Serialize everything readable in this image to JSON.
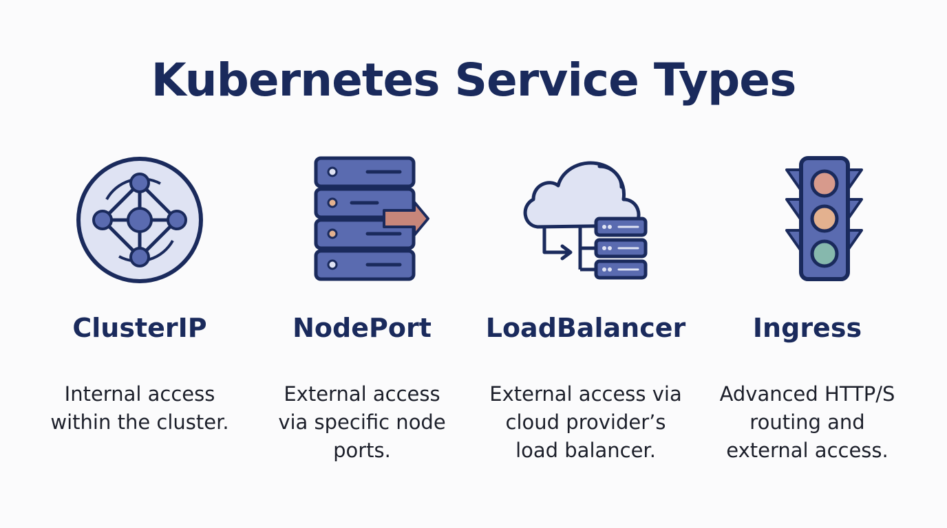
{
  "title": "Kubernetes Service Types",
  "colors": {
    "navy": "#1a2a5c",
    "icon_fill": "#5a6bb0",
    "icon_light": "#dfe3f3",
    "arrow": "#c7867a",
    "light_red": "#d79a8c",
    "light_amber": "#e3b18f",
    "light_green": "#86b8ad"
  },
  "services": [
    {
      "name": "ClusterIP",
      "icon": "network-node-icon",
      "description": [
        "Internal access",
        "within the cluster."
      ]
    },
    {
      "name": "NodePort",
      "icon": "server-port-icon",
      "description": [
        "External access",
        "via specific node",
        "ports."
      ]
    },
    {
      "name": "LoadBalancer",
      "icon": "cloud-server-icon",
      "description": [
        "External access via",
        "cloud provider’s",
        "load balancer."
      ]
    },
    {
      "name": "Ingress",
      "icon": "traffic-light-icon",
      "description": [
        "Advanced HTTP/S",
        "routing and",
        "external access."
      ]
    }
  ]
}
